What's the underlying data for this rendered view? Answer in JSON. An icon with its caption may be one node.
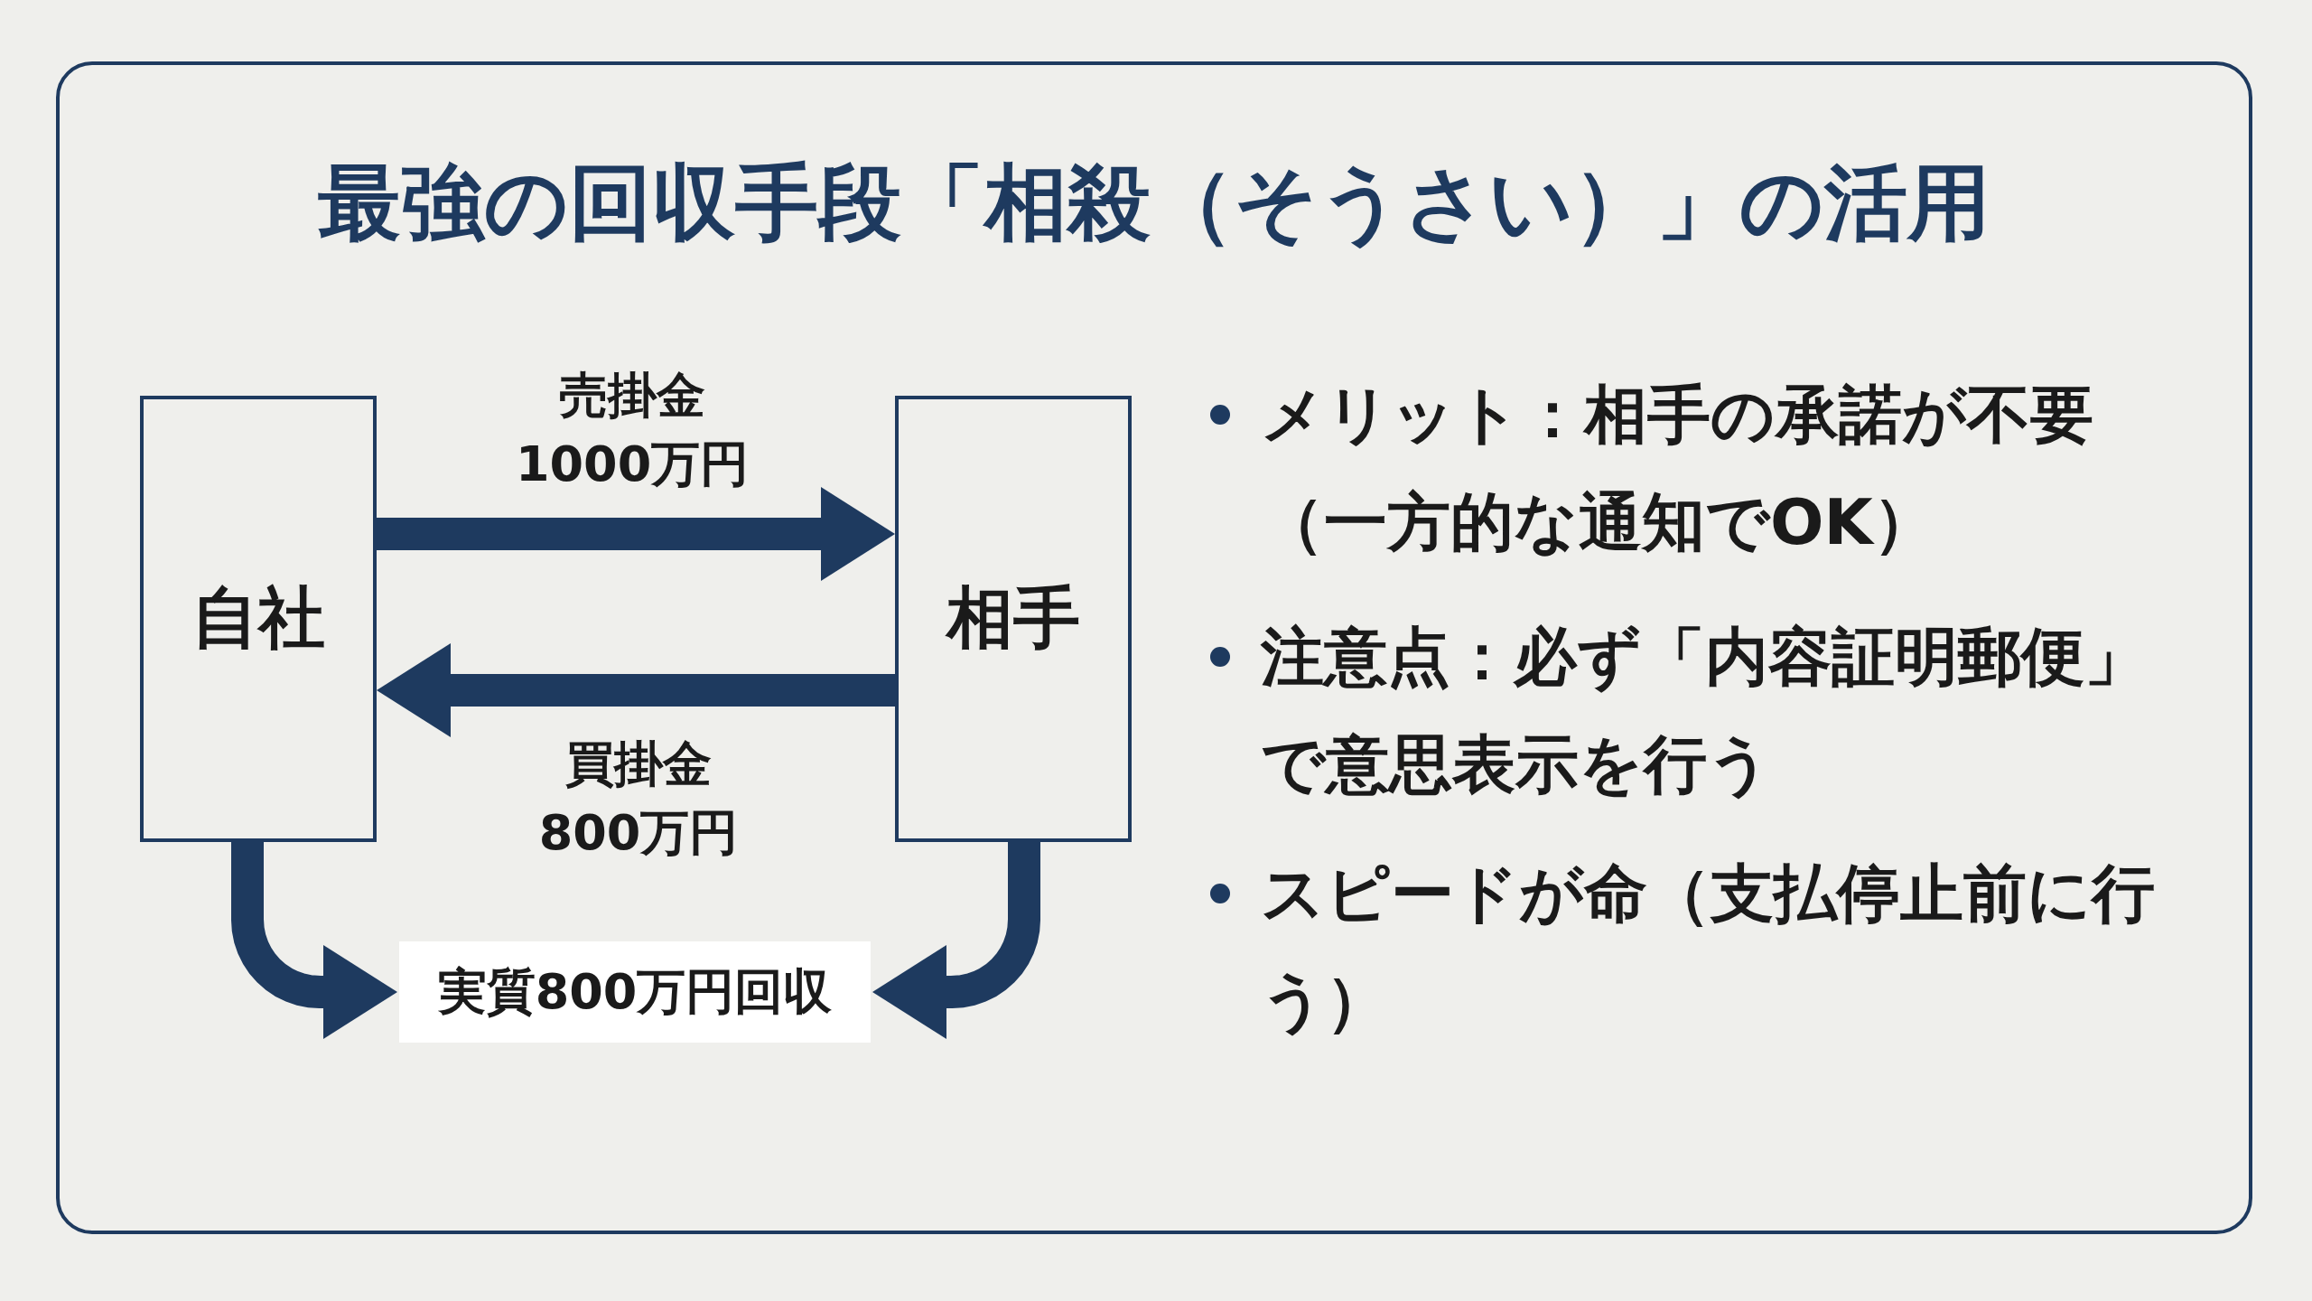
{
  "diagram": {
    "title": "最強の回収手段「相殺（そうさい）」の活用",
    "nodes": [
      {
        "text": [
          "自社"
        ]
      },
      {
        "text": [
          "相手"
        ]
      },
      {
        "text": [
          "実質800万円回収"
        ]
      }
    ],
    "edges": [
      {
        "from": 0,
        "to": 1,
        "arrow": "to",
        "label": "売掛金1000万円"
      },
      {
        "from": 1,
        "to": 0,
        "arrow": "to",
        "label": "買掛金800万円"
      },
      {
        "from": 0,
        "to": 2,
        "arrow": "to"
      },
      {
        "from": 1,
        "to": 2,
        "arrow": "to"
      }
    ],
    "labels": [
      "メリット：相手の承諾が不要（一方的な通知でOK）",
      "注意点：必ず「内容証明郵便」で意思表示を行う",
      "スピードが命（支払停止前に行う）"
    ]
  }
}
